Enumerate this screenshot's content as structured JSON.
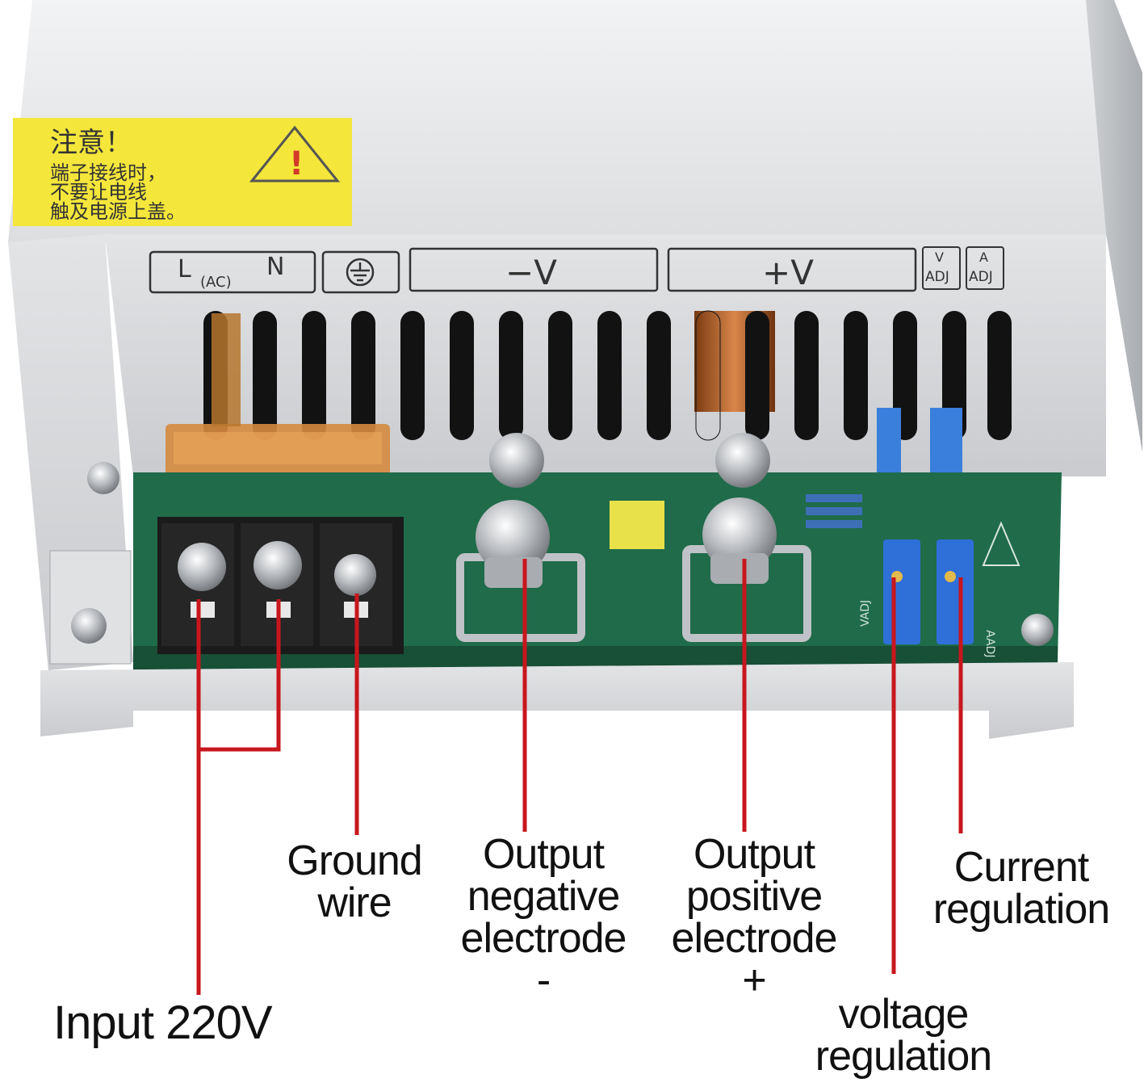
{
  "warning_sticker": {
    "title": "注意！",
    "lines": [
      "端子接线时，",
      "不要让电线",
      "触及电源上盖。"
    ]
  },
  "panel_labels": {
    "ac_l": "L",
    "ac_ac": "(AC)",
    "ac_n": "N",
    "neg_v": "−V",
    "pos_v": "+V",
    "v_adj_top": "V",
    "v_adj_bottom": "ADJ",
    "a_adj_top": "A",
    "a_adj_bottom": "ADJ"
  },
  "pcb_labels": {
    "vadj": "VADJ",
    "aadj": "AADJ"
  },
  "callouts": {
    "input": "Input 220V",
    "ground_1": "Ground",
    "ground_2": "wire",
    "neg_1": "Output",
    "neg_2": "negative",
    "neg_3": "electrode",
    "neg_4": "-",
    "pos_1": "Output",
    "pos_2": "positive",
    "pos_3": "electrode",
    "pos_4": "+",
    "current_1": "Current",
    "current_2": "regulation",
    "voltage_1": "voltage",
    "voltage_2": "regulation"
  },
  "colors": {
    "leader_line": "#c8161d",
    "pcb": "#1f6b4a",
    "sticker": "#f4e63b",
    "housing": "#d9dbdd"
  }
}
